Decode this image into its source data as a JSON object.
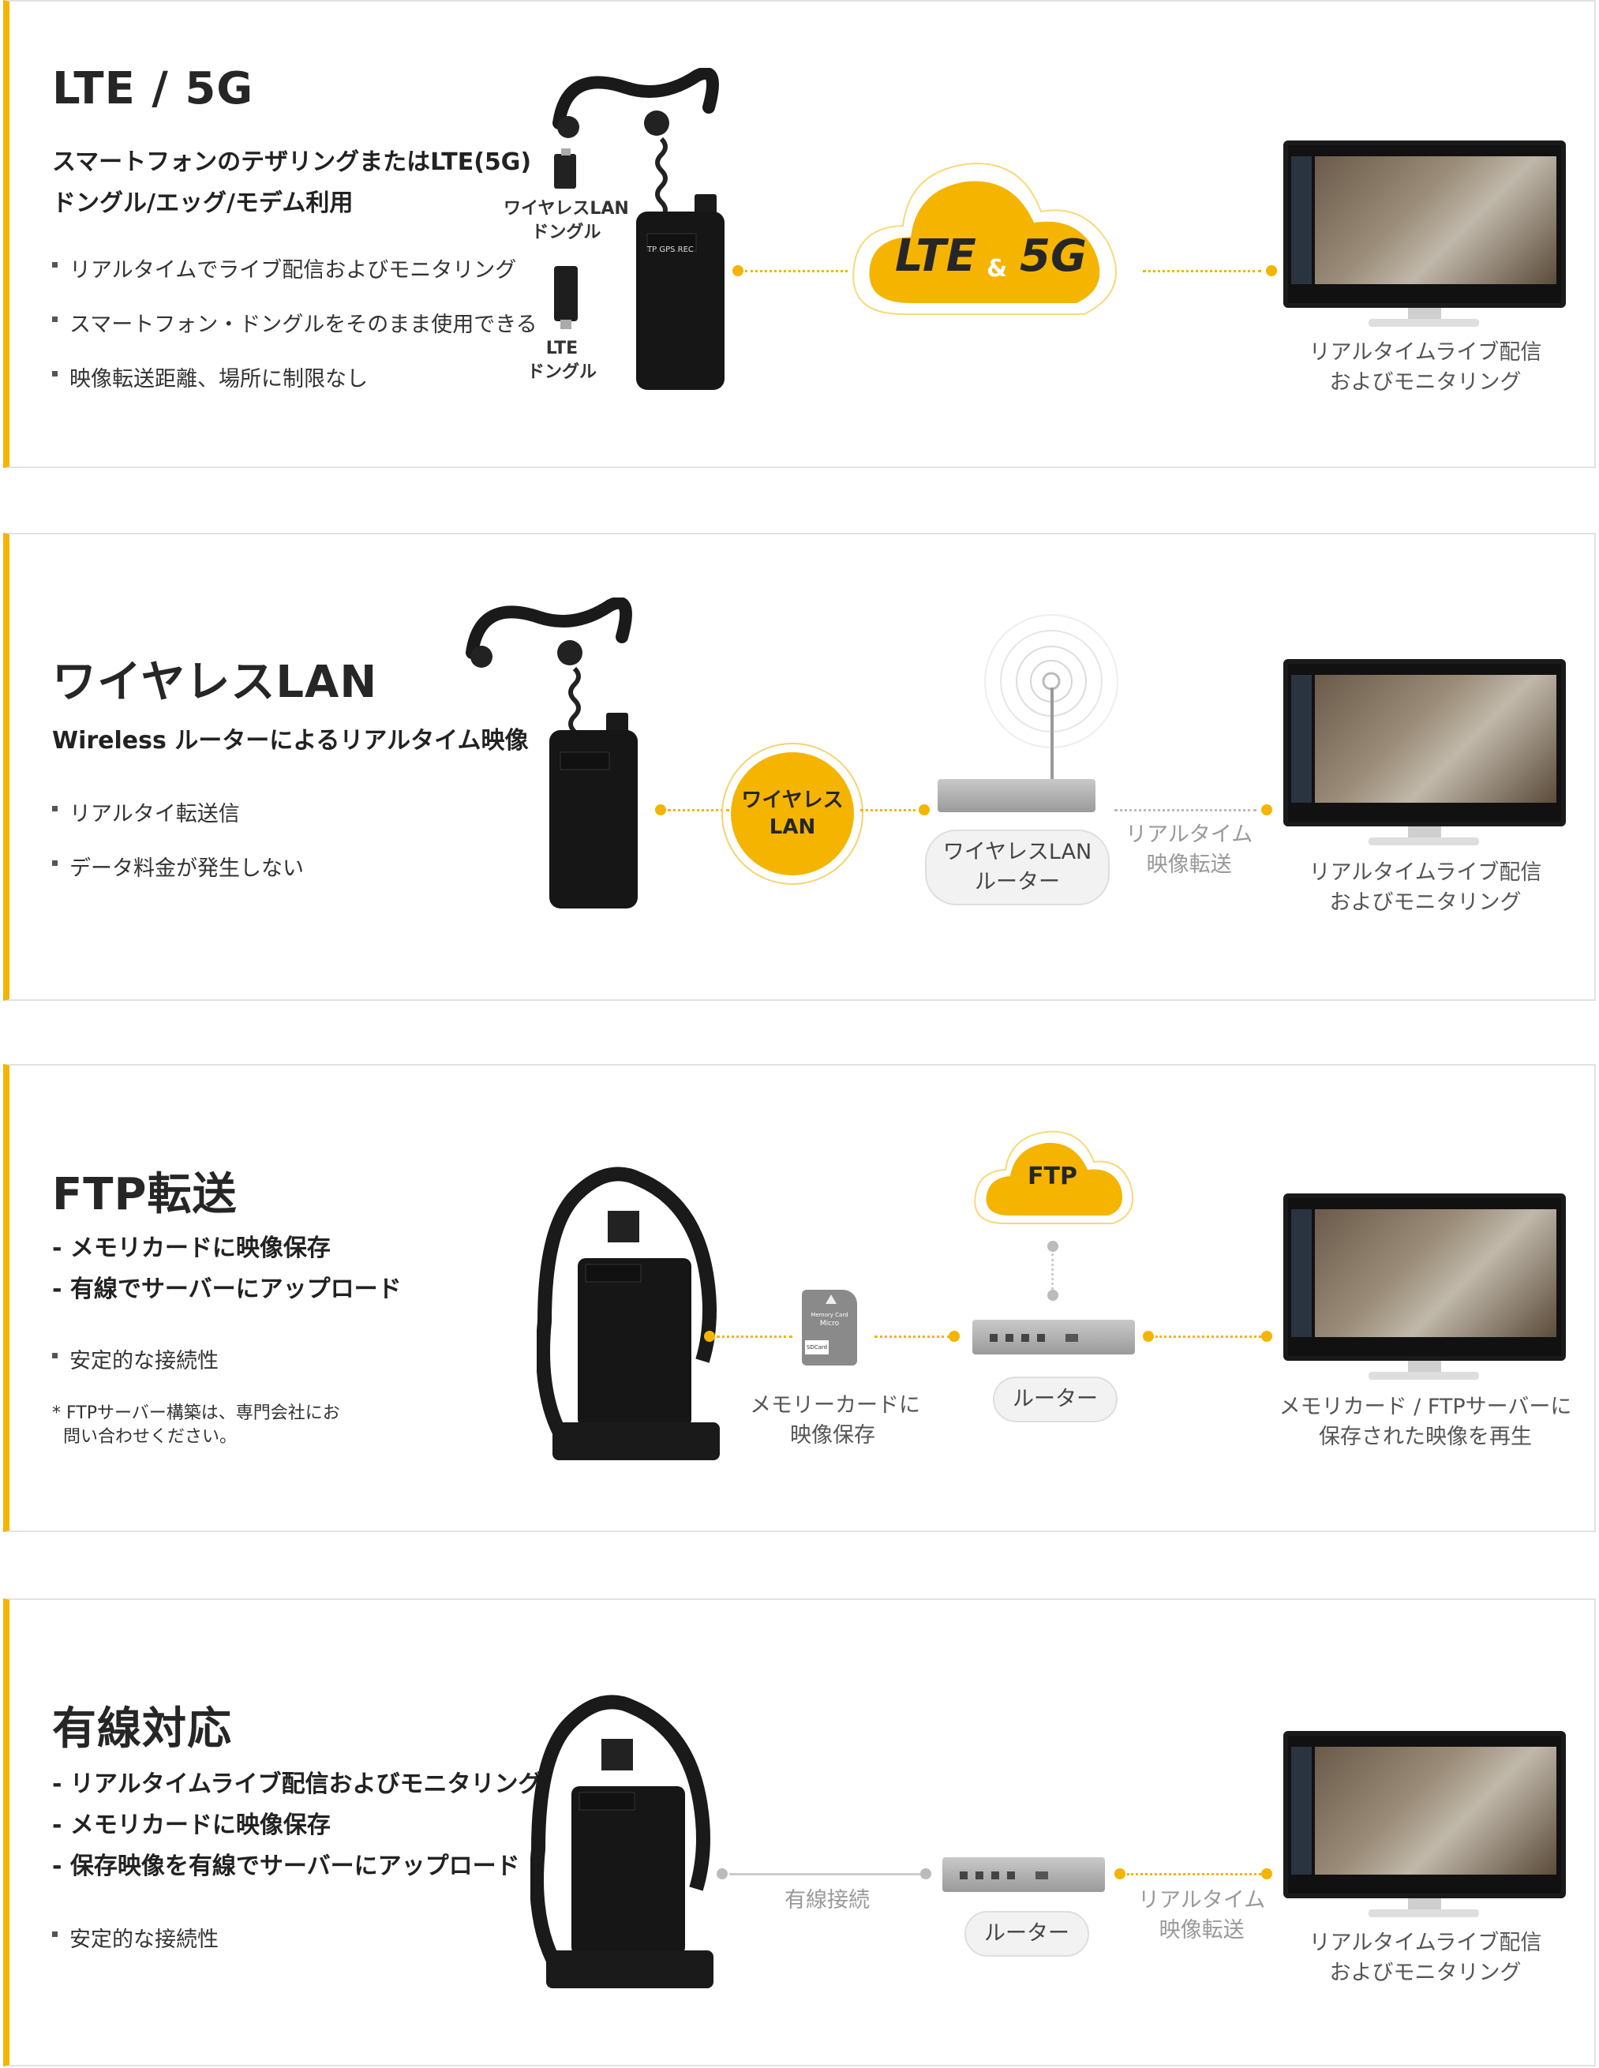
{
  "sections": [
    {
      "title": "LTE / 5G",
      "subtitle_lines": [
        "スマートフォンのテザリングまたはLTE(5G)",
        "ドングル/エッグ/モデム利用"
      ],
      "bullets": [
        "リアルタイムでライブ配信およびモニタリング",
        "スマートフォン・ドングルをそのまま使用できる",
        "映像転送距離、場所に制限なし"
      ],
      "dongle_wlan_label": "ワイヤレスLAN\nドングル",
      "dongle_lte_label": "LTE\nドングル",
      "cloud_text_a": "LTE",
      "cloud_amp": "&",
      "cloud_text_b": "5G",
      "monitor_label": "リアルタイムライブ配信\nおよびモニタリング"
    },
    {
      "title": "ワイヤレスLAN",
      "subtitle_lines": [
        "Wireless ルーターによるリアルタイム映像"
      ],
      "bullets": [
        "リアルタイ転送信",
        "データ料金が発生しない"
      ],
      "badge_text": "ワイヤレス\nLAN",
      "router_pill": "ワイヤレスLAN\nルーター",
      "transfer_label": "リアルタイム\n映像転送",
      "monitor_label": "リアルタイムライブ配信\nおよびモニタリング"
    },
    {
      "title": "FTP転送",
      "subtitle_lines": [
        "- メモリカードに映像保存",
        "- 有線でサーバーにアップロード"
      ],
      "bullets": [
        "安定的な接続性"
      ],
      "note": "* FTPサーバー構築は、専門会社にお\n  問い合わせください。",
      "sd_label": "メモリーカードに\n映像保存",
      "sd_card_top": "Memory Card",
      "sd_card_mid": "Micro",
      "sd_card_bot": "SDCard",
      "ftp_cloud": "FTP",
      "router_pill": "ルーター",
      "monitor_label": "メモリカード / FTPサーバーに\n保存された映像を再生"
    },
    {
      "title": "有線対応",
      "subtitle_lines": [
        "- リアルタイムライブ配信およびモニタリング",
        " - メモリカードに映像保存",
        "- 保存映像を有線でサーバーにアップロード"
      ],
      "bullets": [
        "安定的な接続性"
      ],
      "wired_label": "有線接続",
      "router_pill": "ルーター",
      "transfer_label": "リアルタイム\n映像転送",
      "monitor_label": "リアルタイムライブ配信\nおよびモニタリング"
    }
  ],
  "device_screen_text": "TP  GPS  REC",
  "colors": {
    "accent": "#f5b400",
    "border": "#e2e2e2",
    "gray_line": "#bbbbbb"
  }
}
